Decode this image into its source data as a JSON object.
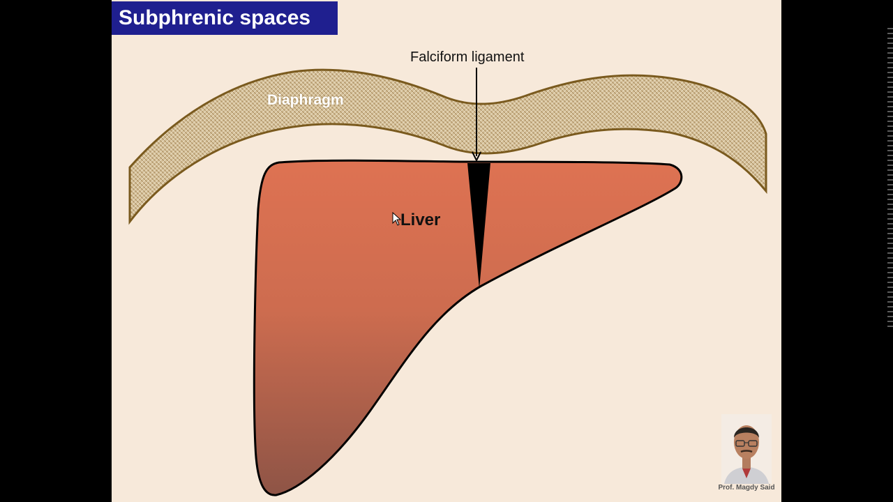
{
  "title": "Subphrenic spaces",
  "labels": {
    "falciform": "Falciform ligament",
    "diaphragm": "Diaphragm",
    "liver": "Liver"
  },
  "presenter": {
    "name": "Prof. Magdy Said"
  },
  "colors": {
    "title_bg": "#1f1f8f",
    "slide_bg": "#f7e9da",
    "liver_top": "#dc7050",
    "liver_bottom": "#8f5345",
    "diaphragm_fill": "#d8c4a0",
    "diaphragm_stroke": "#7a5a1e"
  }
}
